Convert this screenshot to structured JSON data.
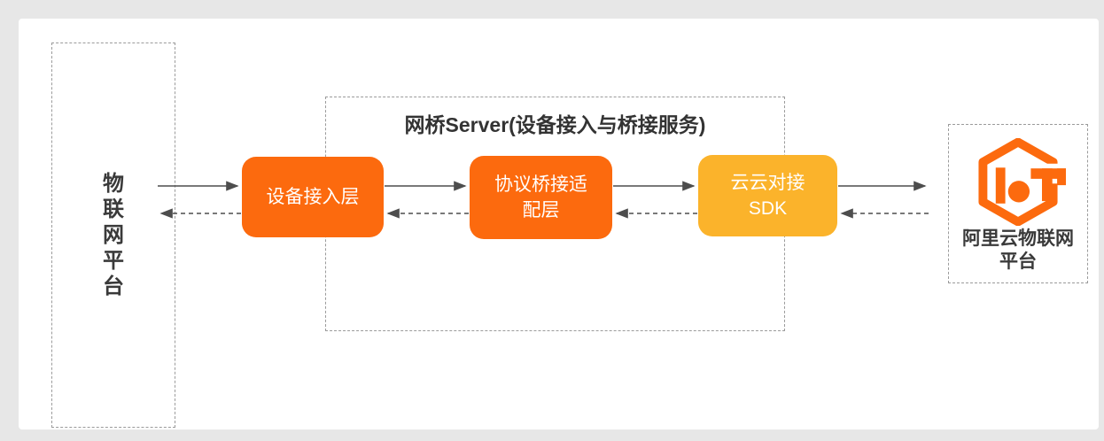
{
  "diagram": {
    "left_platform": {
      "label": "物\n联\n网\n平\n台"
    },
    "bridge_server": {
      "title": "网桥Server(设备接入与桥接服务)"
    },
    "nodes": [
      {
        "id": "device-access-layer",
        "label": "设备接入层",
        "color": "#FC6A0E"
      },
      {
        "id": "protocol-bridge-adapter-layer",
        "label": "协议桥接适\n配层",
        "color": "#FC6A0E"
      },
      {
        "id": "cloud-cloud-sdk",
        "label": "云云对接\nSDK",
        "color": "#FBB32B"
      }
    ],
    "aliyun_platform": {
      "label": "阿里云物联网\n平台",
      "icon": "aliyun-iot-hexagon-logo",
      "icon_color": "#FC6A0E"
    },
    "connections": {
      "forward_style": "solid-arrow-right",
      "backward_style": "dashed-arrow-left",
      "arrow_color": "#4D4D4D"
    },
    "colors": {
      "page_background": "#E7E7E7",
      "panel_background": "#FFFFFF",
      "dashed_border": "#9B9B9B",
      "text_dark": "#3A3A3A"
    }
  }
}
